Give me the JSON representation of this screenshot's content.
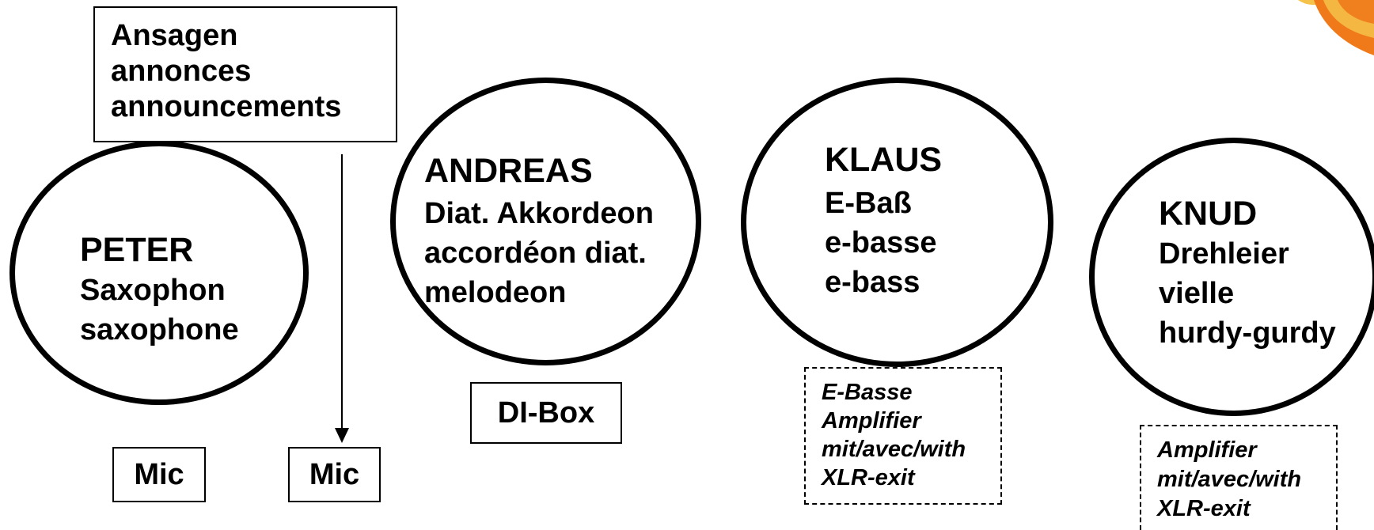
{
  "announcements": {
    "lines": [
      "Ansagen",
      "annonces",
      "announcements"
    ]
  },
  "musicians": [
    {
      "name": "PETER",
      "instruments": [
        "Saxophon",
        "saxophone"
      ]
    },
    {
      "name": "ANDREAS",
      "instruments": [
        "Diat. Akkordeon",
        "accordéon diat.",
        "melodeon"
      ]
    },
    {
      "name": "KLAUS",
      "instruments": [
        "E-Baß",
        "e-basse",
        "e-bass"
      ]
    },
    {
      "name": "KNUD",
      "instruments": [
        "Drehleier",
        "vielle",
        "hurdy-gurdy"
      ]
    }
  ],
  "inputs": {
    "mic_peter": "Mic",
    "mic_announce": "Mic",
    "di_box": "DI-Box"
  },
  "notes": {
    "klaus": [
      "E-Basse",
      "Amplifier",
      "mit/avec/with",
      "XLR-exit"
    ],
    "knud": [
      "Amplifier",
      "mit/avec/with",
      "XLR-exit"
    ]
  },
  "colors": {
    "line": "#000000",
    "decoration_orange": "#f07a1a",
    "decoration_yellow": "#f5c24a"
  },
  "icons": {
    "corner_decoration": "orange-flame-graphic"
  }
}
